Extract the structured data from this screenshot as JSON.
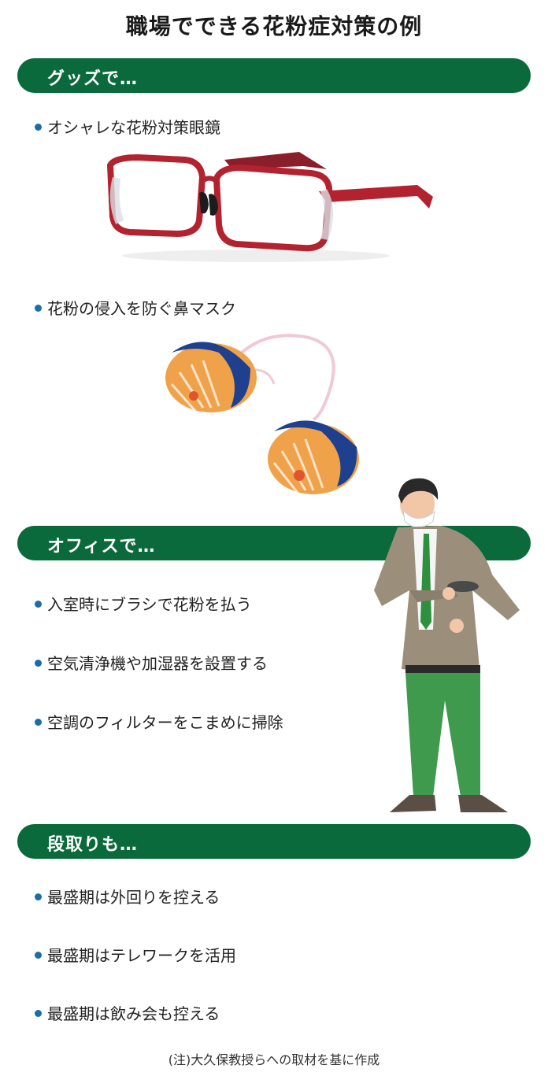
{
  "title": "職場でできる花粉症対策の例",
  "sections": [
    {
      "heading": "グッズで…",
      "items": [
        "オシャレな花粉対策眼鏡",
        "花粉の侵入を防ぐ鼻マスク"
      ]
    },
    {
      "heading": "オフィスで…",
      "items": [
        "入室時にブラシで花粉を払う",
        "空気清浄機や加湿器を設置する",
        "空調のフィルターをこまめに掃除"
      ]
    },
    {
      "heading": "段取りも…",
      "items": [
        "最盛期は外回りを控える",
        "最盛期はテレワークを活用",
        "最盛期は飲み会も控える"
      ]
    }
  ],
  "note": "(注)大久保教授らへの取材を基に作成",
  "colors": {
    "bar": "#0a6a3c",
    "bullet": "#1a6ea8",
    "glasses_frame": "#b3232f",
    "mask_cap": "#1f3f8f",
    "mask_cage": "#f0a24a",
    "suit": "#9b8f7c",
    "pants": "#3f9a4e"
  },
  "images": {
    "glasses": "red-glasses-photo",
    "nose_mask": "nose-mask-photo",
    "man": "man-brushing-jacket-illustration"
  }
}
